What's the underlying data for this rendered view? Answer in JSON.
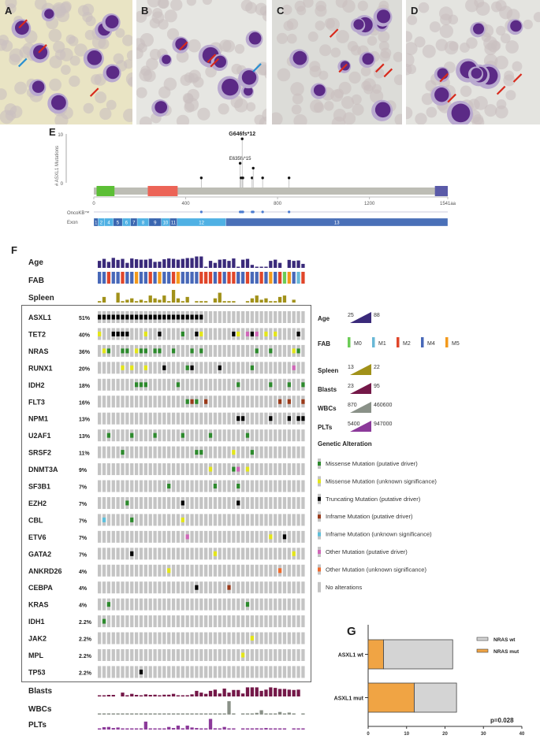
{
  "panels": {
    "A": {
      "label": "A",
      "bg": "#e9e4c4"
    },
    "B": {
      "label": "B",
      "bg": "#e6e6e2"
    },
    "C": {
      "label": "C",
      "bg": "#dcdcd8"
    },
    "D": {
      "label": "D",
      "bg": "#e4e4e0"
    }
  },
  "lollipop": {
    "label": "E",
    "ylabel": "# ASXL1 Mutations",
    "yticks": [
      "10",
      "0"
    ],
    "ymax": 10,
    "length_aa": 1541,
    "xticks": [
      {
        "v": 0,
        "t": "0"
      },
      {
        "v": 400,
        "t": "400"
      },
      {
        "v": 800,
        "t": "800"
      },
      {
        "v": 1200,
        "t": "1200"
      },
      {
        "v": 1541,
        "t": "1541aa"
      }
    ],
    "domains": [
      {
        "start": 12,
        "end": 90,
        "color": "#5cbf36"
      },
      {
        "start": 235,
        "end": 365,
        "color": "#ec6457"
      },
      {
        "start": 1485,
        "end": 1541,
        "color": "#5a5aa8"
      }
    ],
    "mutations": [
      {
        "pos": 468,
        "count": 1
      },
      {
        "pos": 637,
        "count": 4,
        "label": "E635fs*15"
      },
      {
        "pos": 641,
        "count": 1
      },
      {
        "pos": 646,
        "count": 9,
        "label": "G646fs*12"
      },
      {
        "pos": 649,
        "count": 1
      },
      {
        "pos": 689,
        "count": 1
      },
      {
        "pos": 694,
        "count": 3
      },
      {
        "pos": 735,
        "count": 1
      },
      {
        "pos": 850,
        "count": 1
      }
    ],
    "oncokb_label": "OncoKB™",
    "exon_label": "Exon",
    "exons": [
      {
        "n": "1",
        "s": 0,
        "e": 19,
        "c": "#3a66b0"
      },
      {
        "n": "2",
        "s": 19,
        "e": 46,
        "c": "#4fb1e4"
      },
      {
        "n": "4",
        "s": 46,
        "e": 85,
        "c": "#4fb1e4"
      },
      {
        "n": "5",
        "s": 85,
        "e": 124,
        "c": "#3a66b0"
      },
      {
        "n": "6",
        "s": 124,
        "e": 160,
        "c": "#4fb1e4"
      },
      {
        "n": "7",
        "s": 160,
        "e": 189,
        "c": "#3a66b0"
      },
      {
        "n": "8",
        "s": 189,
        "e": 240,
        "c": "#4fb1e4"
      },
      {
        "n": "9",
        "s": 240,
        "e": 294,
        "c": "#3a66b0"
      },
      {
        "n": "10",
        "s": 294,
        "e": 330,
        "c": "#4fb1e4"
      },
      {
        "n": "11",
        "s": 330,
        "e": 363,
        "c": "#3a66b0"
      },
      {
        "n": "12",
        "s": 363,
        "e": 575,
        "c": "#4fb1e4"
      },
      {
        "n": "13",
        "s": 575,
        "e": 1541,
        "c": "#4a70b8"
      }
    ]
  },
  "oncoprint": {
    "label": "F",
    "n_samples": 45,
    "tracks": {
      "age": {
        "label": "Age",
        "color": "#3a2a7a",
        "min": 25,
        "max": 88,
        "values": [
          60,
          70,
          55,
          75,
          65,
          70,
          50,
          72,
          68,
          66,
          66,
          70,
          55,
          56,
          68,
          72,
          70,
          66,
          70,
          74,
          74,
          82,
          82,
          25,
          60,
          50,
          66,
          68,
          60,
          72,
          25,
          66,
          70,
          40,
          30,
          30,
          25,
          60,
          66,
          50,
          null,
          65,
          60,
          62,
          45
        ]
      },
      "fab": {
        "label": "FAB",
        "values": [
          "M4",
          "M4",
          "M2",
          "M4",
          "M4",
          "M2",
          "M4",
          "M4",
          "M5",
          "M4",
          "M4",
          "M2",
          "M4",
          "M5",
          "M4",
          "M4",
          "M2",
          "M5",
          "M4",
          "M4",
          "M4",
          "M4",
          "M2",
          "M2",
          "M2",
          "M4",
          "M2",
          "M4",
          "M2",
          "M2",
          "M4",
          "M4",
          "M2",
          "M4",
          "M4",
          "M2",
          "M4",
          "M5",
          "M4",
          "M2",
          "M0",
          "M5",
          "M4",
          "M1",
          "M2"
        ]
      },
      "spleen": {
        "label": "Spleen",
        "color": "#a19119",
        "min": 13,
        "max": 22,
        "values": [
          14,
          17,
          null,
          null,
          20,
          14,
          15,
          16,
          14,
          15,
          14,
          18,
          16,
          15,
          18,
          14,
          22,
          16,
          14,
          17,
          null,
          14,
          14,
          14,
          null,
          16,
          20,
          14,
          14,
          14,
          null,
          null,
          14,
          16,
          18,
          15,
          16,
          14,
          14,
          17,
          18,
          null,
          15,
          null,
          null
        ]
      },
      "blasts": {
        "label": "Blasts",
        "color": "#741848",
        "min": 23,
        "max": 95,
        "values": [
          26,
          28,
          32,
          32,
          null,
          45,
          30,
          38,
          32,
          26,
          35,
          32,
          33,
          30,
          33,
          33,
          38,
          26,
          26,
          30,
          35,
          55,
          45,
          38,
          55,
          62,
          40,
          68,
          45,
          60,
          60,
          40,
          75,
          75,
          75,
          55,
          62,
          75,
          72,
          66,
          66,
          62,
          60,
          62
        ]
      },
      "wbcs": {
        "label": "WBCs",
        "color": "#8a9188",
        "min": 870,
        "max": 460600,
        "values": [
          2000,
          2000,
          2000,
          2000,
          2000,
          2000,
          8000,
          2000,
          2000,
          2000,
          2000,
          2000,
          2000,
          2000,
          2000,
          2000,
          2000,
          5000,
          2000,
          2000,
          2000,
          5000,
          3000,
          2000,
          2000,
          2000,
          2000,
          2000,
          460600,
          2000,
          null,
          2000,
          2000,
          2000,
          60000,
          150000,
          2000,
          2000,
          2000,
          90000,
          3000,
          70000,
          2000,
          null,
          2000
        ]
      },
      "plts": {
        "label": "PLTs",
        "color": "#8c3a9a",
        "min": 5400,
        "max": 947000,
        "values": [
          30000,
          180000,
          200000,
          120000,
          160000,
          60000,
          30000,
          30000,
          30000,
          30000,
          600000,
          30000,
          80000,
          80000,
          60000,
          200000,
          120000,
          300000,
          100000,
          300000,
          160000,
          120000,
          60000,
          30000,
          800000,
          100000,
          60000,
          200000,
          30000,
          30000,
          null,
          30000,
          60000,
          60000,
          100000,
          60000,
          120000,
          60000,
          60000,
          30000,
          30000,
          null,
          30000,
          30000,
          30000
        ]
      }
    },
    "legend_fab": [
      {
        "code": "M0",
        "color": "#6ccc56"
      },
      {
        "code": "M1",
        "color": "#69b8d6"
      },
      {
        "code": "M2",
        "color": "#e0462a"
      },
      {
        "code": "M4",
        "color": "#4868b8"
      },
      {
        "code": "M5",
        "color": "#f39a1c"
      }
    ],
    "legend_ranges": [
      {
        "key": "age",
        "label": "Age",
        "min": "25",
        "max": "88"
      },
      {
        "key": "spleen",
        "label": "Spleen",
        "min": "13",
        "max": "22"
      },
      {
        "key": "blasts",
        "label": "Blasts",
        "min": "23",
        "max": "95"
      },
      {
        "key": "wbcs",
        "label": "WBCs",
        "min": "870",
        "max": "460600"
      },
      {
        "key": "plts",
        "label": "PLTs",
        "min": "5400",
        "max": "947000"
      }
    ],
    "legend_fab_label": "FAB",
    "alteration_heading": "Genetic Alteration",
    "alteration_types": {
      "MD": {
        "label": "Missense Mutation (putative driver)",
        "color": "#2d8a2d"
      },
      "MU": {
        "label": "Missense Mutation (unknown significance)",
        "color": "#e4e61a"
      },
      "TD": {
        "label": "Truncating Mutation (putative driver)",
        "color": "#000000"
      },
      "ID": {
        "label": "Inframe Mutation (putative driver)",
        "color": "#9a3a1a"
      },
      "IU": {
        "label": "Inframe Mutation (unknown significance)",
        "color": "#5ec0dc"
      },
      "OD": {
        "label": "Other Mutation (putative driver)",
        "color": "#d067b8"
      },
      "OU": {
        "label": "Other Mutation (unknown significance)",
        "color": "#f06a2c"
      },
      "NA": {
        "label": "No alterations",
        "color": "#c4c4c4"
      }
    },
    "alteration_order": [
      "MD",
      "MU",
      "TD",
      "ID",
      "IU",
      "OD",
      "OU",
      "NA"
    ],
    "genes": [
      {
        "name": "ASXL1",
        "pct": "51%",
        "alts": [
          [
            0,
            "TD"
          ],
          [
            1,
            "TD"
          ],
          [
            2,
            "TD"
          ],
          [
            3,
            "TD"
          ],
          [
            4,
            "TD"
          ],
          [
            5,
            "TD"
          ],
          [
            6,
            "TD"
          ],
          [
            7,
            "TD"
          ],
          [
            8,
            "TD"
          ],
          [
            9,
            "TD"
          ],
          [
            10,
            "TD"
          ],
          [
            11,
            "TD"
          ],
          [
            12,
            "TD"
          ],
          [
            13,
            "TD"
          ],
          [
            14,
            "TD"
          ],
          [
            15,
            "TD"
          ],
          [
            16,
            "TD"
          ],
          [
            17,
            "TD"
          ],
          [
            18,
            "TD"
          ],
          [
            19,
            "TD"
          ],
          [
            20,
            "TD"
          ],
          [
            21,
            "TD"
          ],
          [
            22,
            "TD"
          ]
        ]
      },
      {
        "name": "TET2",
        "pct": "40%",
        "alts": [
          [
            0,
            "MU"
          ],
          [
            3,
            "TD"
          ],
          [
            4,
            "TD"
          ],
          [
            5,
            "TD"
          ],
          [
            6,
            "TD"
          ],
          [
            10,
            "MU"
          ],
          [
            13,
            "TD"
          ],
          [
            18,
            "MD"
          ],
          [
            21,
            "TD"
          ],
          [
            22,
            "MU"
          ],
          [
            29,
            "TD"
          ],
          [
            30,
            "MU"
          ],
          [
            32,
            "OD"
          ],
          [
            33,
            "TD"
          ],
          [
            34,
            "OD"
          ],
          [
            36,
            "MU"
          ],
          [
            38,
            "MU"
          ],
          [
            43,
            "TD"
          ]
        ]
      },
      {
        "name": "NRAS",
        "pct": "36%",
        "alts": [
          [
            1,
            "MU"
          ],
          [
            2,
            "MD"
          ],
          [
            5,
            "MD"
          ],
          [
            6,
            "MD"
          ],
          [
            8,
            "MU"
          ],
          [
            9,
            "MD"
          ],
          [
            10,
            "MD"
          ],
          [
            12,
            "MD"
          ],
          [
            13,
            "MD"
          ],
          [
            16,
            "MD"
          ],
          [
            20,
            "MD"
          ],
          [
            22,
            "MD"
          ],
          [
            34,
            "MD"
          ],
          [
            37,
            "MD"
          ],
          [
            42,
            "MU"
          ],
          [
            43,
            "MD"
          ]
        ]
      },
      {
        "name": "RUNX1",
        "pct": "20%",
        "alts": [
          [
            5,
            "MU"
          ],
          [
            7,
            "MU"
          ],
          [
            10,
            "MU"
          ],
          [
            14,
            "TD"
          ],
          [
            19,
            "MD"
          ],
          [
            20,
            "TD"
          ],
          [
            26,
            "TD"
          ],
          [
            33,
            "MD"
          ],
          [
            42,
            "OD"
          ]
        ]
      },
      {
        "name": "IDH2",
        "pct": "18%",
        "alts": [
          [
            8,
            "MD"
          ],
          [
            9,
            "MD"
          ],
          [
            10,
            "MD"
          ],
          [
            17,
            "MD"
          ],
          [
            30,
            "MD"
          ],
          [
            37,
            "MD"
          ],
          [
            41,
            "MD"
          ],
          [
            44,
            "MD"
          ]
        ]
      },
      {
        "name": "FLT3",
        "pct": "16%",
        "alts": [
          [
            19,
            "MD"
          ],
          [
            20,
            "ID"
          ],
          [
            21,
            "MD"
          ],
          [
            23,
            "ID"
          ],
          [
            39,
            "ID"
          ],
          [
            41,
            "ID"
          ],
          [
            44,
            "ID"
          ]
        ]
      },
      {
        "name": "NPM1",
        "pct": "13%",
        "alts": [
          [
            30,
            "TD"
          ],
          [
            31,
            "TD"
          ],
          [
            37,
            "TD"
          ],
          [
            41,
            "TD"
          ],
          [
            43,
            "TD"
          ],
          [
            44,
            "TD"
          ]
        ]
      },
      {
        "name": "U2AF1",
        "pct": "13%",
        "alts": [
          [
            2,
            "MD"
          ],
          [
            7,
            "MD"
          ],
          [
            12,
            "MD"
          ],
          [
            18,
            "MD"
          ],
          [
            24,
            "MD"
          ],
          [
            32,
            "MD"
          ]
        ]
      },
      {
        "name": "SRSF2",
        "pct": "11%",
        "alts": [
          [
            5,
            "MD"
          ],
          [
            21,
            "MD"
          ],
          [
            22,
            "MD"
          ],
          [
            29,
            "MU"
          ],
          [
            33,
            "MD"
          ]
        ]
      },
      {
        "name": "DNMT3A",
        "pct": "9%",
        "alts": [
          [
            24,
            "MU"
          ],
          [
            29,
            "MD"
          ],
          [
            30,
            "OD"
          ],
          [
            32,
            "MU"
          ]
        ]
      },
      {
        "name": "SF3B1",
        "pct": "7%",
        "alts": [
          [
            15,
            "MD"
          ],
          [
            25,
            "MD"
          ],
          [
            30,
            "MD"
          ]
        ]
      },
      {
        "name": "EZH2",
        "pct": "7%",
        "alts": [
          [
            6,
            "MD"
          ],
          [
            18,
            "TD"
          ],
          [
            30,
            "TD"
          ]
        ]
      },
      {
        "name": "CBL",
        "pct": "7%",
        "alts": [
          [
            1,
            "IU"
          ],
          [
            7,
            "MD"
          ],
          [
            18,
            "MU"
          ]
        ]
      },
      {
        "name": "ETV6",
        "pct": "7%",
        "alts": [
          [
            19,
            "OD"
          ],
          [
            37,
            "MU"
          ],
          [
            40,
            "TD"
          ]
        ]
      },
      {
        "name": "GATA2",
        "pct": "7%",
        "alts": [
          [
            7,
            "TD"
          ],
          [
            25,
            "MU"
          ],
          [
            42,
            "MU"
          ]
        ]
      },
      {
        "name": "ANKRD26",
        "pct": "4%",
        "alts": [
          [
            15,
            "MU"
          ],
          [
            39,
            "OU"
          ]
        ]
      },
      {
        "name": "CEBPA",
        "pct": "4%",
        "alts": [
          [
            21,
            "TD"
          ],
          [
            28,
            "ID"
          ]
        ]
      },
      {
        "name": "KRAS",
        "pct": "4%",
        "alts": [
          [
            2,
            "MD"
          ],
          [
            32,
            "MD"
          ]
        ]
      },
      {
        "name": "IDH1",
        "pct": "2.2%",
        "alts": [
          [
            1,
            "MD"
          ]
        ]
      },
      {
        "name": "JAK2",
        "pct": "2.2%",
        "alts": [
          [
            33,
            "MU"
          ]
        ]
      },
      {
        "name": "MPL",
        "pct": "2.2%",
        "alts": [
          [
            31,
            "MU"
          ]
        ]
      },
      {
        "name": "TP53",
        "pct": "2.2%",
        "alts": [
          [
            9,
            "TD"
          ]
        ]
      }
    ]
  },
  "chart_data": {
    "type": "bar",
    "title": "G",
    "orientation": "horizontal-stacked",
    "categories": [
      "ASXL1 wt",
      "ASXL1 mut"
    ],
    "series": [
      {
        "name": "NRAS mut",
        "color": "#f0a444",
        "values": [
          4,
          12
        ]
      },
      {
        "name": "NRAS wt",
        "color": "#d4d4d4",
        "values": [
          18,
          11
        ]
      }
    ],
    "xlim": [
      0,
      40
    ],
    "xticks": [
      "0",
      "10",
      "20",
      "30",
      "40"
    ],
    "legend_order": [
      "NRAS wt",
      "NRAS mut"
    ],
    "legend": "top-right",
    "annotation": "p=0.028"
  }
}
